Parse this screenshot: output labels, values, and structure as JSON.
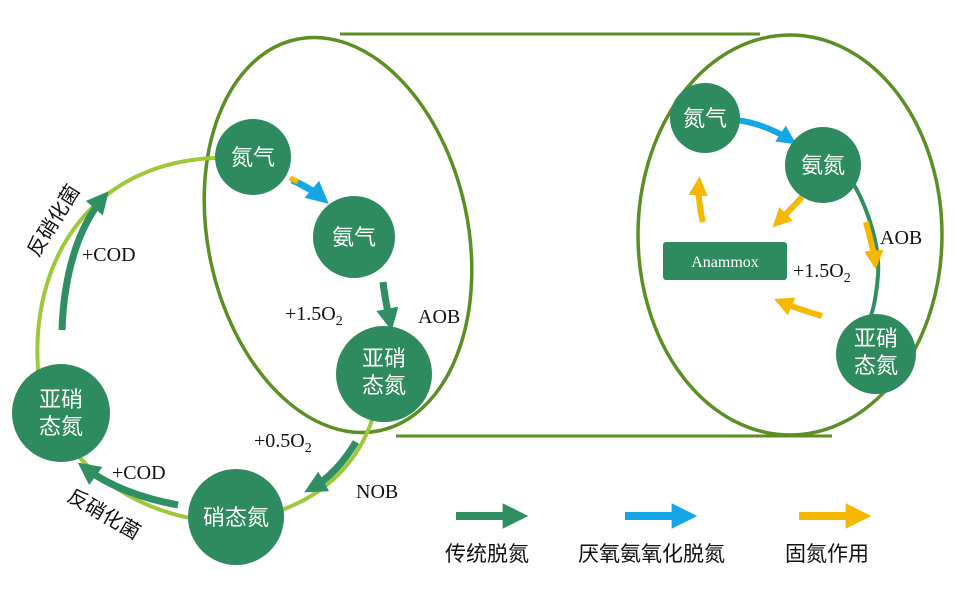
{
  "colors": {
    "node": "#2e8b5f",
    "traditional": "#2f8f63",
    "anaerobic": "#14a6e6",
    "fixation": "#f5b800",
    "ring_light": "#9dc83a",
    "ellipse": "#5b8f23"
  },
  "left_cycle": {
    "n2": "氮气",
    "nh3": "氨气",
    "no2_line1": "亚硝",
    "no2_line2": "态氮",
    "no3": "硝态氮",
    "no2b_line1": "亚硝",
    "no2b_line2": "态氮",
    "o2_15_prefix": "+1.5O",
    "o2_15_sub": "2",
    "aob": "AOB",
    "o2_05_prefix": "+0.5O",
    "o2_05_sub": "2",
    "nob": "NOB",
    "cod_top": "+COD",
    "cod_bottom": "+COD",
    "denit_top": "反硝化菌",
    "denit_bottom": "反硝化菌"
  },
  "right_cycle": {
    "n2": "氮气",
    "nh4": "氨氮",
    "no2_line1": "亚硝",
    "no2_line2": "态氮",
    "anammox": "Anammox",
    "aob": "AOB",
    "o2_15_prefix": "+1.5O",
    "o2_15_sub": "2"
  },
  "legend": {
    "traditional": "传统脱氮",
    "anaerobic": "厌氧氨氧化脱氮",
    "fixation": "固氮作用"
  }
}
